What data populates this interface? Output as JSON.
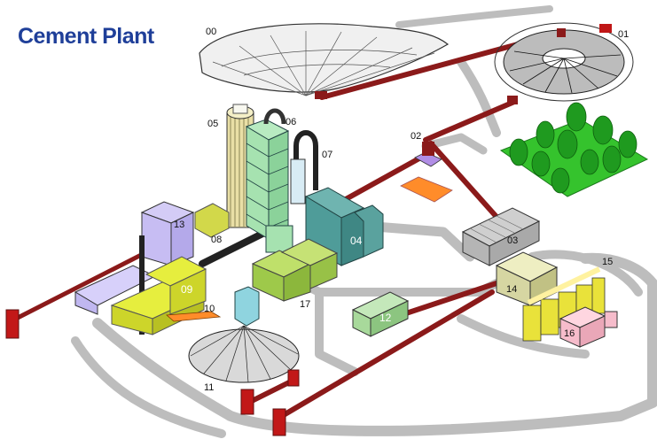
{
  "title": "Cement Plant",
  "colors": {
    "title": "#1f3f99",
    "road": "#bdbdbd",
    "conveyor": "#8b1a1a",
    "conveyor_dark": "#5e0f0f",
    "forest": "#35c32d",
    "tree": "#1f9a1f"
  },
  "labels": {
    "u00": "00",
    "u01": "01",
    "u02": "02",
    "u03": "03",
    "u04": "04",
    "u05": "05",
    "u06": "06",
    "u07": "07",
    "u08": "08",
    "u09": "09",
    "u10": "10",
    "u11": "11",
    "u12": "12",
    "u13": "13",
    "u14": "14",
    "u15": "15",
    "u16": "16",
    "u17": "17"
  }
}
